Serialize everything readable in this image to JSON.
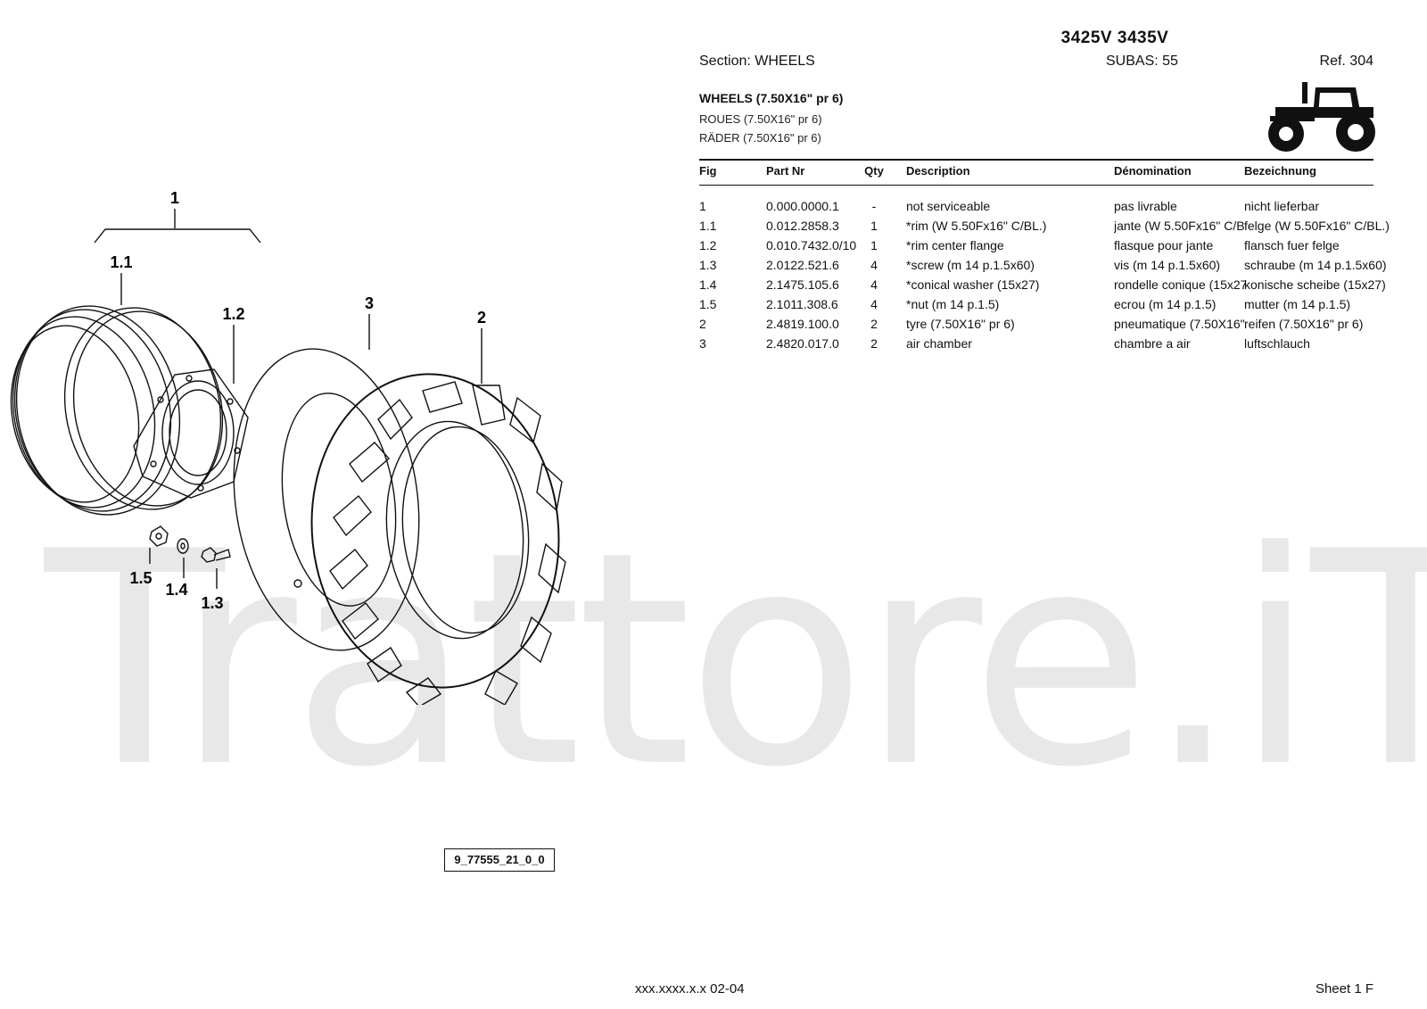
{
  "header": {
    "models": "3425V 3435V",
    "section": "Section: WHEELS",
    "subas": "SUBAS: 55",
    "ref": "Ref. 304"
  },
  "group": {
    "title": "WHEELS (7.50X16\" pr 6)",
    "title_fr": "ROUES (7.50X16\" pr 6)",
    "title_de": "RÄDER (7.50X16\" pr 6)"
  },
  "table": {
    "columns": [
      "Fig",
      "Part Nr",
      "Qty",
      "Description",
      "Dénomination",
      "Bezeichnung"
    ],
    "rows": [
      {
        "fig": "1",
        "part": "0.000.0000.1",
        "qty": "-",
        "desc": "not serviceable",
        "den": "pas livrable",
        "bez": "nicht lieferbar"
      },
      {
        "fig": "1.1",
        "part": "0.012.2858.3",
        "qty": "1",
        "desc": "*rim (W 5.50Fx16\" C/BL.)",
        "den": "jante (W 5.50Fx16\" C/B",
        "bez": "felge (W 5.50Fx16\" C/BL.)"
      },
      {
        "fig": "1.2",
        "part": "0.010.7432.0/10",
        "qty": "1",
        "desc": "*rim center flange",
        "den": "flasque pour jante",
        "bez": "flansch fuer felge"
      },
      {
        "fig": "1.3",
        "part": "2.0122.521.6",
        "qty": "4",
        "desc": "*screw (m 14 p.1.5x60)",
        "den": "vis (m 14 p.1.5x60)",
        "bez": "schraube (m 14 p.1.5x60)"
      },
      {
        "fig": "1.4",
        "part": "2.1475.105.6",
        "qty": "4",
        "desc": "*conical washer (15x27)",
        "den": "rondelle conique (15x27",
        "bez": "konische scheibe (15x27)"
      },
      {
        "fig": "1.5",
        "part": "2.1011.308.6",
        "qty": "4",
        "desc": "*nut (m 14 p.1.5)",
        "den": "ecrou (m 14 p.1.5)",
        "bez": "mutter (m 14 p.1.5)"
      },
      {
        "fig": "2",
        "part": "2.4819.100.0",
        "qty": "2",
        "desc": "tyre (7.50X16\" pr 6)",
        "den": "pneumatique (7.50X16\"",
        "bez": "reifen (7.50X16\" pr 6)"
      },
      {
        "fig": "3",
        "part": "2.4820.017.0",
        "qty": "2",
        "desc": "air chamber",
        "den": "chambre a air",
        "bez": "luftschlauch"
      }
    ]
  },
  "drawing": {
    "callouts": [
      "1",
      "1.1",
      "1.2",
      "3",
      "2",
      "1.5",
      "1.4",
      "1.3"
    ],
    "ref_code": "9_77555_21_0_0"
  },
  "watermark": "Trattore.iT",
  "footer": {
    "code": "xxx.xxxx.x.x  02-04",
    "sheet": "Sheet 1 F"
  },
  "icons": {
    "tractor": "tractor-icon"
  }
}
